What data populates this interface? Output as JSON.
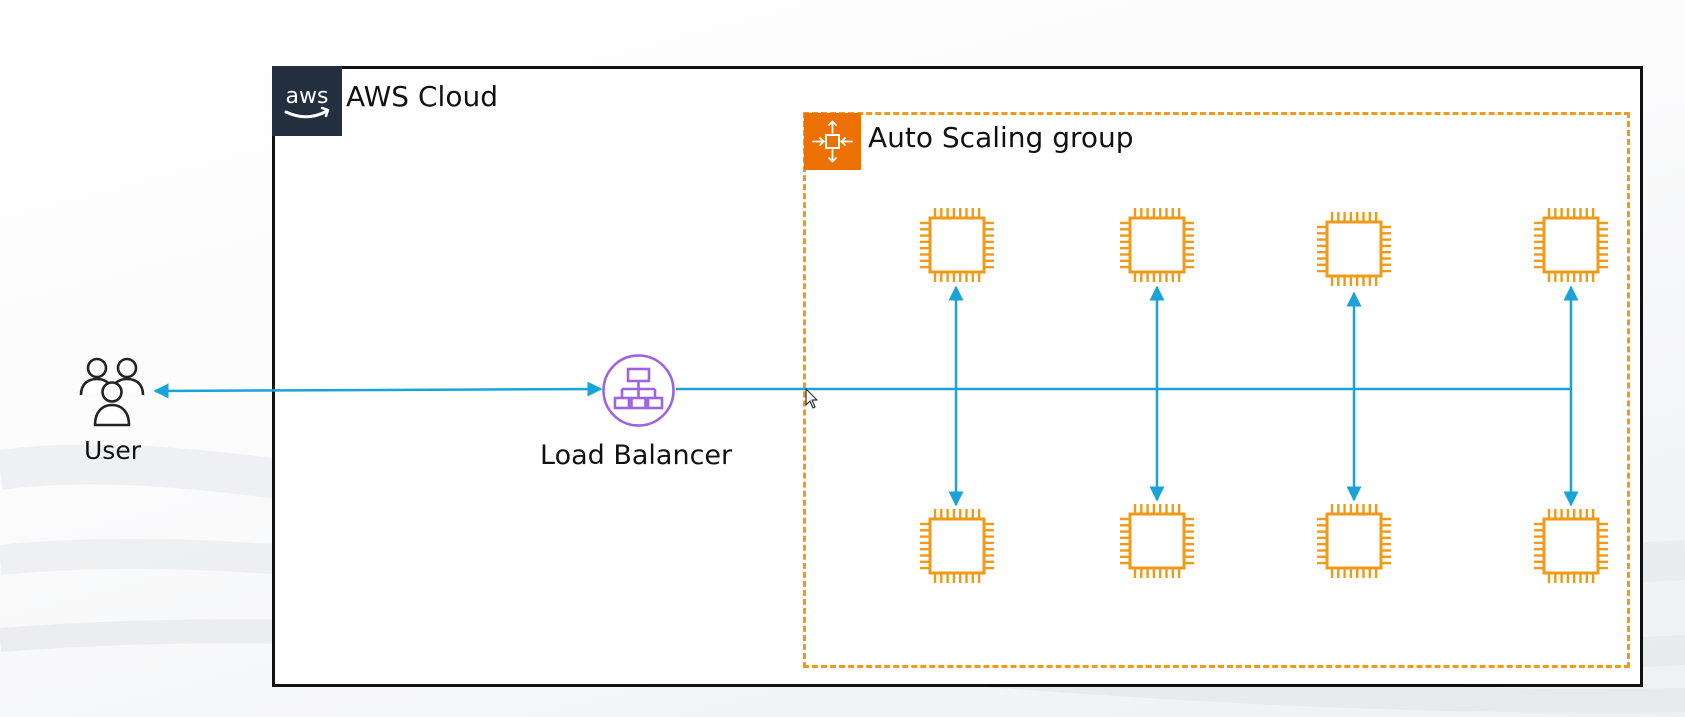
{
  "aws_cloud": {
    "label": "AWS Cloud",
    "logo_text": "aws"
  },
  "auto_scaling_group": {
    "label": "Auto Scaling group"
  },
  "user": {
    "label": "User"
  },
  "load_balancer": {
    "label": "Load Balancer"
  },
  "instances": [
    {
      "icon": "ec2-instance-icon",
      "row": "top",
      "column": 1
    },
    {
      "icon": "ec2-instance-icon",
      "row": "top",
      "column": 2
    },
    {
      "icon": "ec2-instance-icon",
      "row": "top",
      "column": 3
    },
    {
      "icon": "ec2-instance-icon",
      "row": "top",
      "column": 4
    },
    {
      "icon": "ec2-instance-icon",
      "row": "bottom",
      "column": 1
    },
    {
      "icon": "ec2-instance-icon",
      "row": "bottom",
      "column": 2
    },
    {
      "icon": "ec2-instance-icon",
      "row": "bottom",
      "column": 3
    },
    {
      "icon": "ec2-instance-icon",
      "row": "bottom",
      "column": 4
    }
  ],
  "colors": {
    "connector": "#1aa3d9",
    "instance_orange": "#f09a1a",
    "asg_orange": "#ed7100",
    "load_balancer_purple": "#9d63e0",
    "aws_logo_bg": "#232f3e",
    "frame_black": "#111111"
  }
}
